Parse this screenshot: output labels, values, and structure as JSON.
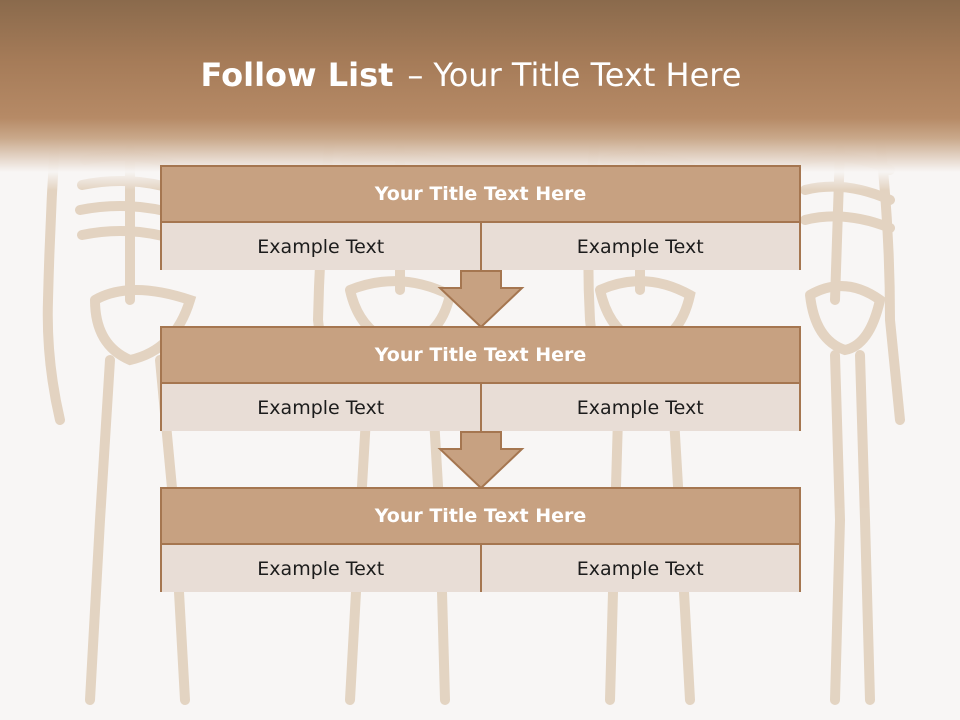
{
  "slide": {
    "title_bold": "Follow List",
    "title_separator": "–",
    "title_rest": "Your Title Text Here"
  },
  "steps": [
    {
      "title": "Your Title Text Here",
      "left_text": "Example Text",
      "right_text": "Example Text"
    },
    {
      "title": "Your Title Text Here",
      "left_text": "Example Text",
      "right_text": "Example Text"
    },
    {
      "title": "Your Title Text Here",
      "left_text": "Example Text",
      "right_text": "Example Text"
    }
  ],
  "colors": {
    "header_band": "#a57b58",
    "box_header": "#c7a181",
    "box_cell": "#e8ddd6",
    "box_border": "#a57650",
    "arrow_fill": "#c7a181"
  },
  "background": {
    "art": "faded human skeleton illustrations"
  }
}
